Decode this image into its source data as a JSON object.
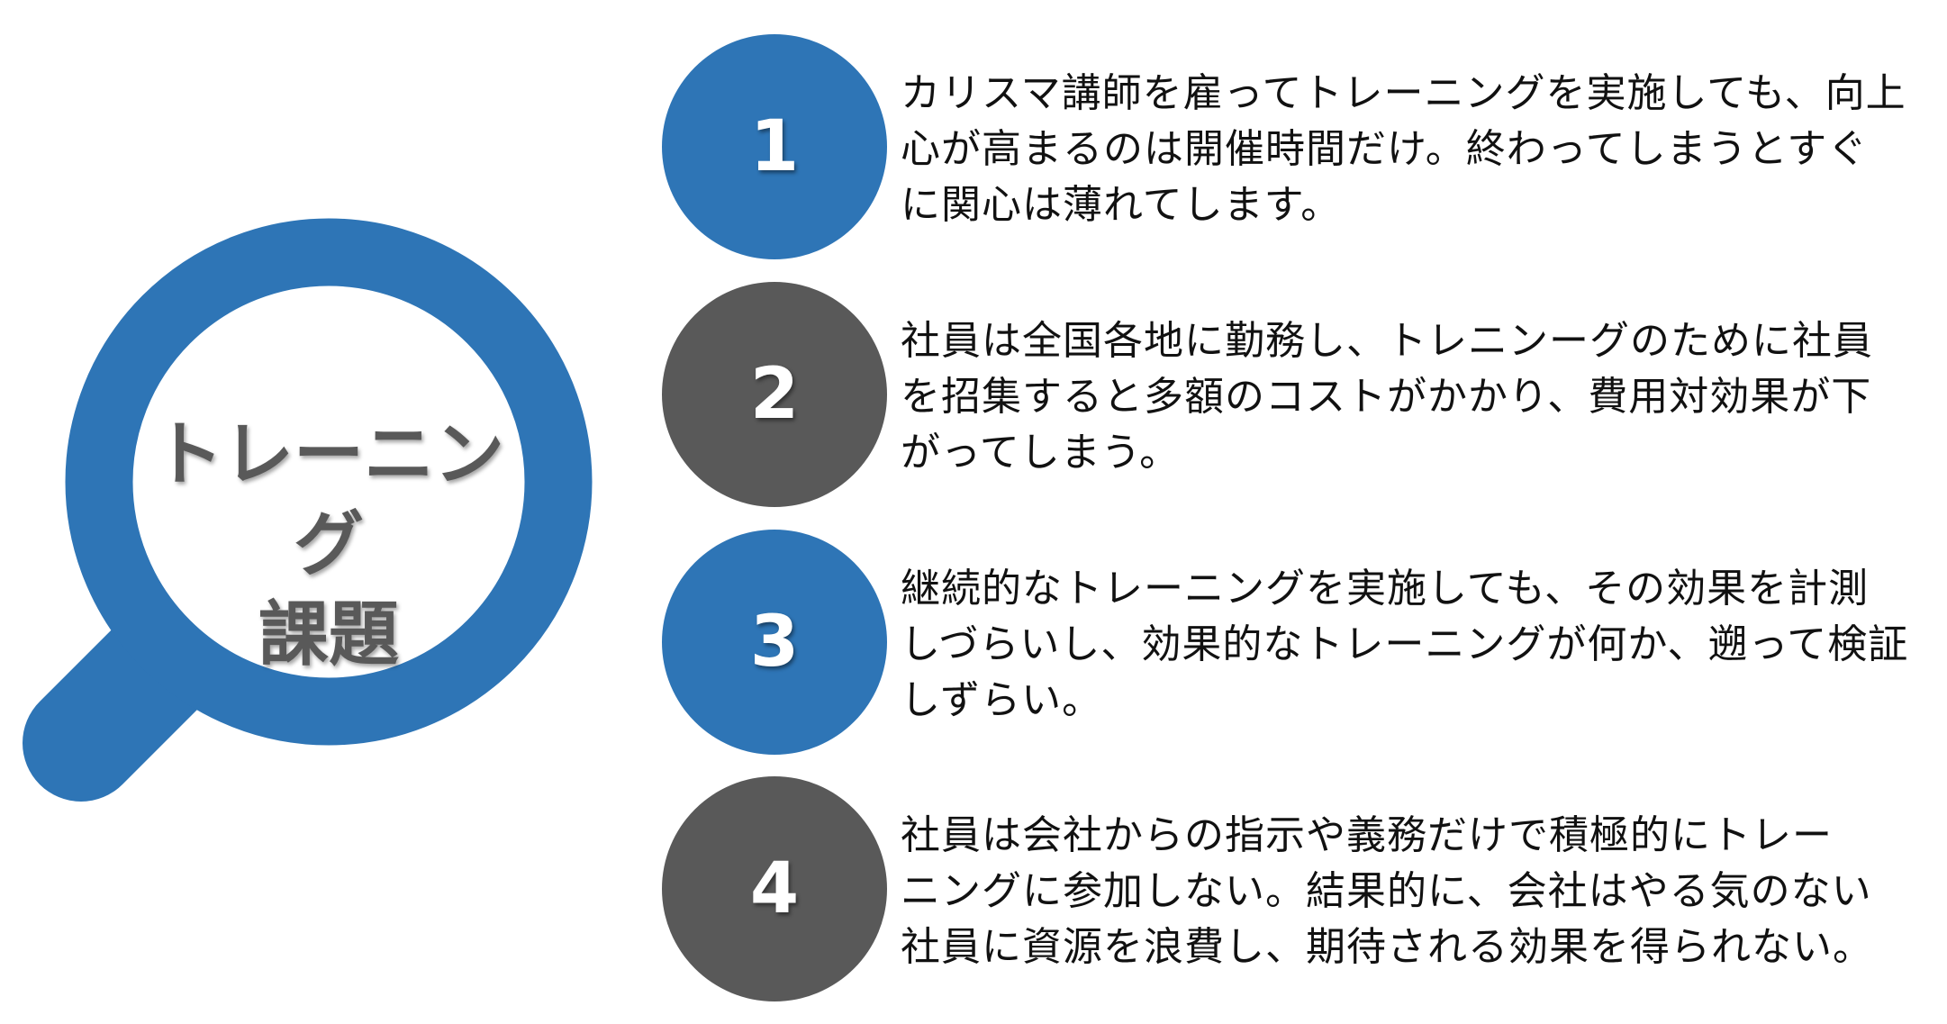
{
  "lens": {
    "title_line1": "トレーニング",
    "title_line2": "課題",
    "color": "#2E75B6"
  },
  "items": [
    {
      "number": "1",
      "color": "#2E75B6",
      "text": "カリスマ講師を雇ってトレーニングを実施しても、向上\n心が高まるのは開催時間だけ。終わってしまうとすぐ\nに関心は薄れてします。"
    },
    {
      "number": "2",
      "color": "#595959",
      "text": "社員は全国各地に勤務し、トレニンーグのために社員\nを招集すると多額のコストがかかり、費用対効果が下\nがってしまう。"
    },
    {
      "number": "3",
      "color": "#2E75B6",
      "text": "継続的なトレーニングを実施しても、その効果を計測\nしづらいし、効果的なトレーニングが何か、遡って検証\nしずらい。"
    },
    {
      "number": "4",
      "color": "#595959",
      "text": "社員は会社からの指示や義務だけで積極的にトレー\nニングに参加しない。結果的に、会社はやる気のない\n社員に資源を浪費し、期待される効果を得られない。"
    }
  ]
}
